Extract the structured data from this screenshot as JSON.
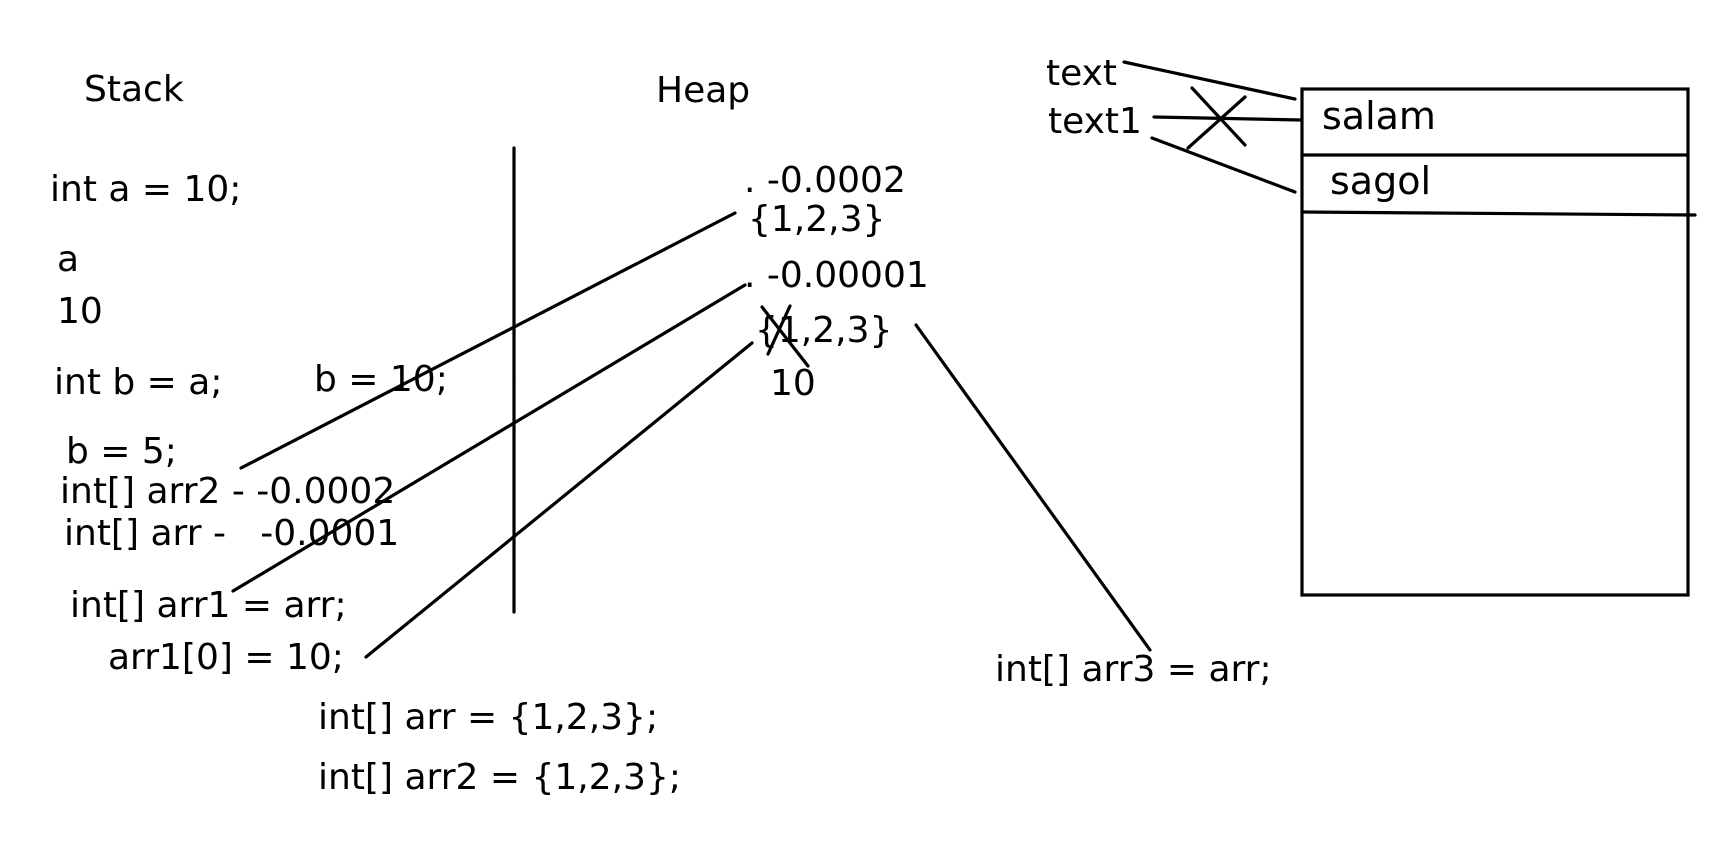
{
  "stack": {
    "heading": "Stack",
    "lines": [
      "int a = 10;",
      "a",
      "10",
      "int b = a;",
      "b = 10;",
      "b = 5;",
      "int[] arr2 - -0.0002",
      "int[] arr -   -0.0001",
      "int[] arr1 = arr;",
      "arr1[0] = 10;"
    ]
  },
  "heap": {
    "heading": "Heap",
    "lines": [
      ". -0.0002",
      "{1,2,3}",
      ". -0.00001",
      "{1,2,3}",
      "10"
    ]
  },
  "declarations": [
    "int[] arr = {1,2,3};",
    "int[] arr2 = {1,2,3};",
    "int[] arr3 = arr;"
  ],
  "strings": {
    "refs": [
      "text",
      "text1"
    ],
    "pool": [
      "salam",
      "sagol"
    ]
  }
}
